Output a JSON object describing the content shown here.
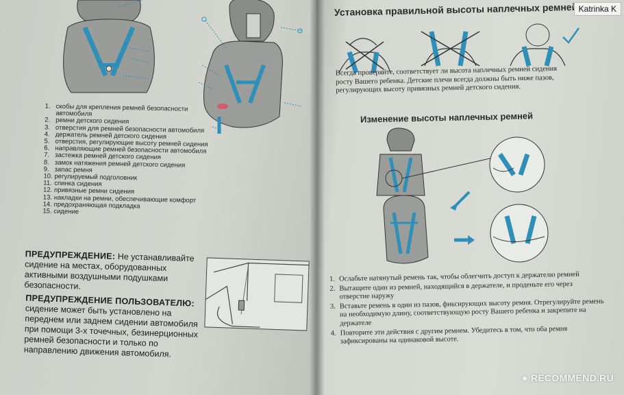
{
  "left_page": {
    "parts_list": [
      {
        "num": "1.",
        "text": "скобы для крепления ремней безопасности"
      },
      {
        "num": "",
        "text": "автомобиля"
      },
      {
        "num": "2.",
        "text": "ремни детского сидения"
      },
      {
        "num": "3.",
        "text": "отверстия для ремней безопасности автомобиля"
      },
      {
        "num": "4.",
        "text": "держатель ремней детского сидения"
      },
      {
        "num": "5.",
        "text": "отверстия, регулирующие высоту ремней сидения"
      },
      {
        "num": "6.",
        "text": "направляющие ремней безопасности автомобиля"
      },
      {
        "num": "7.",
        "text": "застежка ремней детского сидения"
      },
      {
        "num": "8.",
        "text": "замок натяжения ремней детского сидения"
      },
      {
        "num": "9.",
        "text": "запас ремня"
      },
      {
        "num": "10.",
        "text": "регулируемый подголовник"
      },
      {
        "num": "11.",
        "text": "спинка сидения"
      },
      {
        "num": "12.",
        "text": "привязные ремни сидения"
      },
      {
        "num": "13.",
        "text": "накладки на ремни, обеспечивающие комфорт"
      },
      {
        "num": "14.",
        "text": "предохраняющая подкладка"
      },
      {
        "num": "15.",
        "text": "сидение"
      }
    ],
    "warning1": {
      "label": "ПРЕДУПРЕЖДЕНИЕ:",
      "text": "Не устанавливайте сидение на местах, оборудованных активными воздушными подушками безопасности."
    },
    "warning2": {
      "label": "ПРЕДУПРЕЖДЕНИЕ ПОЛЬЗОВАТЕЛЮ:",
      "text": "сидение может быть установлено на переднем или заднем сидении автомобиля при помощи 3-х точечных, безинерционных ремней безопасности и только по направлению движения автомобиля."
    }
  },
  "right_page": {
    "title": "Установка правильной высоты наплечных ремней",
    "intro": "Всегда проверяйте, соответствует ли высота наплечных ремней сидения росту Вашего ребенка. Детские плечи всегда должны быть ниже пазов, регулирующих высоту привязных ремней детского сидения.",
    "subtitle": "Изменение высоты наплечных ремней",
    "steps": [
      {
        "num": "1.",
        "text": "Ослабьте натянутый ремень так, чтобы облегчить доступ к держателю ремней"
      },
      {
        "num": "2.",
        "text": "Вытащите один из ремней, находящийся в держателе, и проденьте его через отверстие наружу"
      },
      {
        "num": "3.",
        "text": "Вставьте ремень в один из пазов, фиксирующих высоту ремня. Отрегулируйте ремень на необходимую длину, соответствующую росту Вашего ребенка и закрепите на держателе"
      },
      {
        "num": "4.",
        "text": "Повторите эти действия с другим ремнем. Убедитесь в том, что оба ремня зафиксированы на одинаковой высоте."
      }
    ]
  },
  "overlay": {
    "author_badge": "Katrinka K",
    "watermark": "RECOMMEND.RU"
  },
  "colors": {
    "strap": "#2f8fb8",
    "seat": "#8a8c8a",
    "paper": "#d5d8d1"
  }
}
